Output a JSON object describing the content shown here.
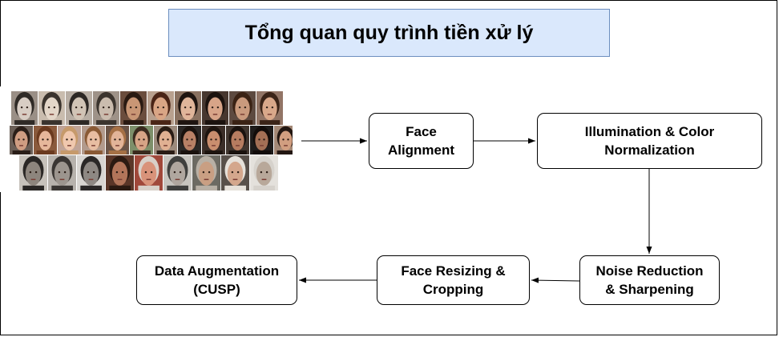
{
  "title": "Tổng quan quy trình tiền xử lý",
  "steps": {
    "face_alignment": "Face\nAlignment",
    "illumination": "Illumination & Color\nNormalization",
    "noise": "Noise Reduction\n& Sharpening",
    "resizing": "Face Resizing &\nCropping",
    "augmentation": "Data Augmentation\n(CUSP)"
  },
  "colors": {
    "title_fill": "#dae8fc",
    "title_border": "#6c8ebf"
  },
  "image": {
    "description_icon": "face-photo-collage",
    "rows": [
      [
        {
          "bg": "#9a8f86",
          "skin": "#d8cdc4",
          "hair": "#2f2a26"
        },
        {
          "bg": "#c9bcae",
          "skin": "#e3d6c8",
          "hair": "#3a332d"
        },
        {
          "bg": "#b8aea4",
          "skin": "#d1c4b6",
          "hair": "#2c2724"
        },
        {
          "bg": "#9e9288",
          "skin": "#cabcae",
          "hair": "#3b342e"
        },
        {
          "bg": "#6b4d3d",
          "skin": "#c99675",
          "hair": "#2a1a12"
        },
        {
          "bg": "#b8a08e",
          "skin": "#d9a585",
          "hair": "#4a2416"
        },
        {
          "bg": "#8a7160",
          "skin": "#e0b59a",
          "hair": "#1e1410"
        },
        {
          "bg": "#47372f",
          "skin": "#d7a488",
          "hair": "#1b120e"
        },
        {
          "bg": "#5d4a40",
          "skin": "#c99a7d",
          "hair": "#3a2214"
        },
        {
          "bg": "#927566",
          "skin": "#d9a88a",
          "hair": "#3b2418"
        }
      ],
      [
        {
          "bg": "#6b5f57",
          "skin": "#cf9d82",
          "hair": "#2a1e18"
        },
        {
          "bg": "#8a5a3c",
          "skin": "#e6b79b",
          "hair": "#6b3a1f"
        },
        {
          "bg": "#c0a497",
          "skin": "#f0c8ae",
          "hair": "#c69a6b"
        },
        {
          "bg": "#b29a8c",
          "skin": "#e8bda2",
          "hair": "#8a5a35"
        },
        {
          "bg": "#6a5346",
          "skin": "#e2b498",
          "hair": "#a57045"
        },
        {
          "bg": "#7d8f6a",
          "skin": "#d6a486",
          "hair": "#3a2a1e"
        },
        {
          "bg": "#9c8a7c",
          "skin": "#e0b092",
          "hair": "#2a1c15"
        },
        {
          "bg": "#2c2826",
          "skin": "#b98166",
          "hair": "#1a120e"
        },
        {
          "bg": "#3b2e28",
          "skin": "#c98e6e",
          "hair": "#1d140f"
        },
        {
          "bg": "#40352e",
          "skin": "#b67c60",
          "hair": "#1a120e"
        },
        {
          "bg": "#1f1c1b",
          "skin": "#a36f55",
          "hair": "#120c0a"
        },
        {
          "bg": "#a38876",
          "skin": "#d19e80",
          "hair": "#231712"
        }
      ],
      [
        {
          "bg": "#c7c2bb",
          "skin": "#8d857d",
          "hair": "#2a2725"
        },
        {
          "bg": "#b7b2ac",
          "skin": "#9c958e",
          "hair": "#3a3633"
        },
        {
          "bg": "#d8d5d1",
          "skin": "#8e8883",
          "hair": "#2b2827"
        },
        {
          "bg": "#5a3628",
          "skin": "#b2755a",
          "hair": "#2b1a12"
        },
        {
          "bg": "#a0483a",
          "skin": "#d9937a",
          "hair": "#d8d0c8"
        },
        {
          "bg": "#c8c5bf",
          "skin": "#b0a79f",
          "hair": "#40403e"
        },
        {
          "bg": "#6c6a62",
          "skin": "#c99f83",
          "hair": "#b8b0a5"
        },
        {
          "bg": "#58504a",
          "skin": "#d4a78d",
          "hair": "#e6e1da"
        },
        {
          "bg": "#e4e1dc",
          "skin": "#b8a89a",
          "hair": "#d6d2cc"
        }
      ]
    ]
  }
}
